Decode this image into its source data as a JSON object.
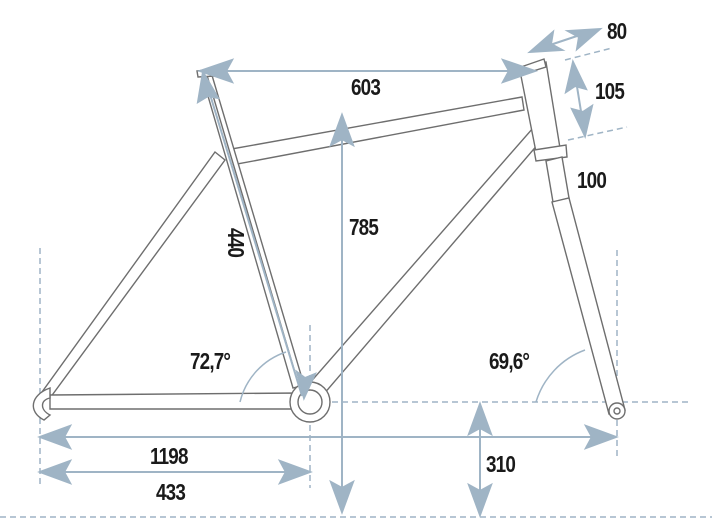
{
  "diagram": {
    "type": "bicycle-frame-geometry",
    "units": "mm / degrees",
    "colors": {
      "frame_line": "#6e6e6e",
      "dimension": "#9fb4c5",
      "text": "#1a1a1a",
      "background": "#ffffff"
    },
    "measurements": {
      "top_tube": "603",
      "stem_length": "80",
      "head_tube": "105",
      "fork_travel": "100",
      "seat_tube": "440",
      "standover": "785",
      "seat_angle": "72,7°",
      "head_angle": "69,6°",
      "wheelbase": "1198",
      "chainstay": "433",
      "bb_height": "310"
    }
  }
}
